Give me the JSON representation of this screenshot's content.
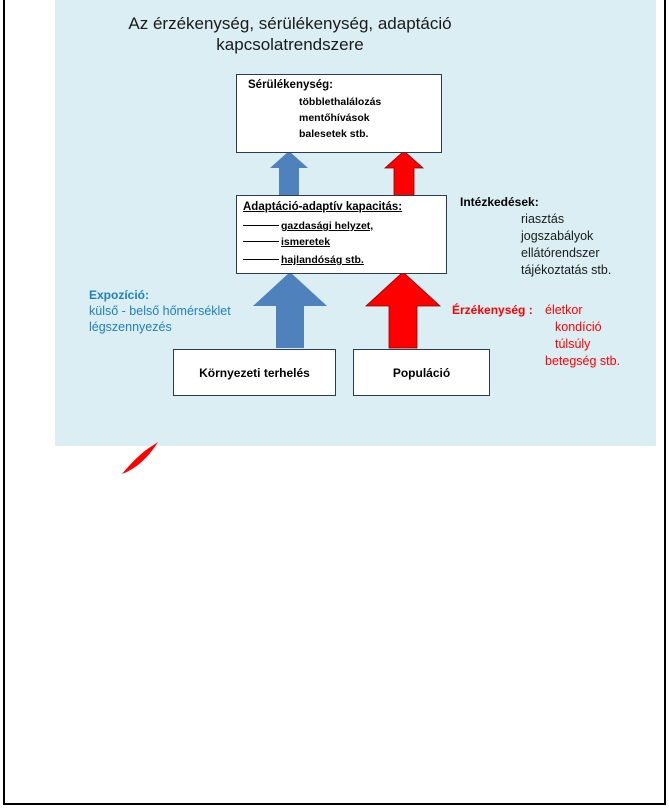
{
  "title_line1": "Az érzékenység, sérülékenység, adaptáció",
  "title_line2": "kapcsolatrendszere",
  "vulnerability": {
    "heading": "Sérülékenység:",
    "items": [
      "többlethalálozás",
      "mentőhívások",
      "balesetek stb."
    ]
  },
  "adaptation": {
    "heading": "Adaptáció-adaptív kapacitás:",
    "items": [
      "gazdasági helyzet,",
      "ismeretek",
      "hajlandóság stb."
    ]
  },
  "measures": {
    "heading": "Intézkedések:",
    "items": [
      "riasztás",
      "jogszabályok",
      "ellátórendszer",
      "tájékoztatás stb."
    ]
  },
  "exposure": {
    "heading": "Expozíció:",
    "items": [
      "külső - belső hőmérséklet",
      "légszennyezés"
    ]
  },
  "sensitivity": {
    "heading": "Érzékenység :",
    "items": [
      "életkor",
      "kondíció",
      "túlsúly",
      "betegség stb."
    ]
  },
  "env_box": "Környezeti terhelés",
  "pop_box": "Populáció",
  "colors": {
    "blue_arrow": "#4f81bd",
    "red_arrow": "#ff0000",
    "panel": "#daeef3",
    "blue_text": "#1f7fc4",
    "red_text": "#ff0000"
  }
}
